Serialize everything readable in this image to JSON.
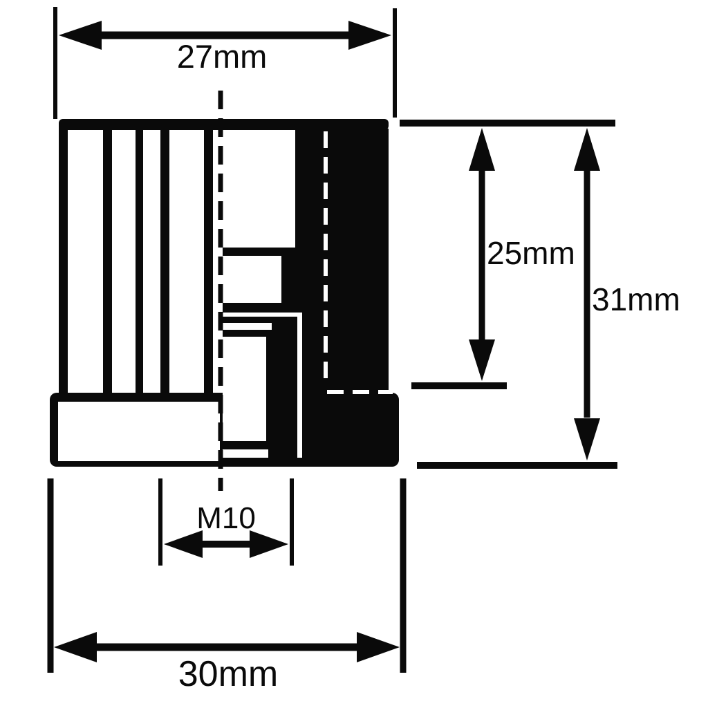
{
  "drawing": {
    "colors": {
      "ink": "#0a0a0a",
      "background": "#ffffff"
    },
    "dimensions": {
      "top_width": {
        "label": "27mm"
      },
      "inner_height": {
        "label": "25mm"
      },
      "total_height": {
        "label": "31mm"
      },
      "thread": {
        "label": "M10"
      },
      "base_width": {
        "label": "30mm"
      }
    }
  }
}
